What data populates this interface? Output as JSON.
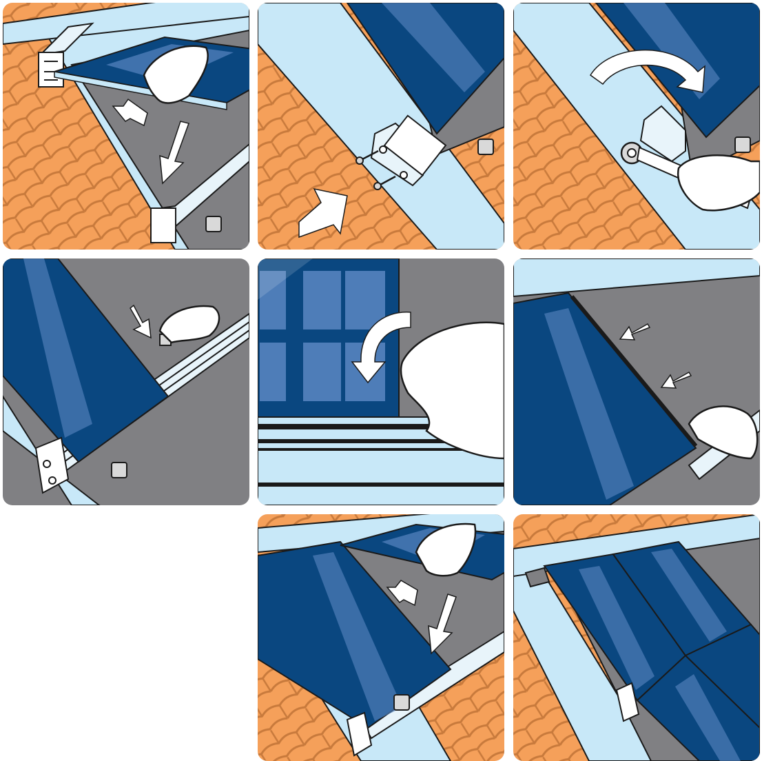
{
  "title": "",
  "colors": {
    "roof_tile": "#f5a05a",
    "roof_tile_line": "#c87a3c",
    "rail_light": "#c8e8f8",
    "rail_stroke": "#1a1a1a",
    "membrane_grey": "#808083",
    "panel_dark": "#0a4780",
    "panel_light": "#4e7db8",
    "hand_white": "#ffffff",
    "arrow_white": "#ffffff",
    "bolt_grey": "#d9d9d9"
  },
  "steps": [
    {
      "id": 1,
      "icons": [
        "collector-panel-icon",
        "hand-icon",
        "mounting-rail-icon",
        "arrow-icon"
      ]
    },
    {
      "id": 2,
      "icons": [
        "end-bracket-icon",
        "screw-icon",
        "arrow-icon"
      ]
    },
    {
      "id": 3,
      "icons": [
        "socket-wrench-icon",
        "hand-icon",
        "curved-arrow-icon"
      ]
    },
    {
      "id": 4,
      "icons": [
        "clip-icon",
        "hand-icon",
        "arrow-icon"
      ]
    },
    {
      "id": 5,
      "icons": [
        "connector-clip-icon",
        "hand-icon",
        "curved-arrow-icon"
      ]
    },
    {
      "id": 6,
      "icons": [
        "seal-strip-icon",
        "hand-icon",
        "arrow-icon"
      ]
    },
    {
      "id": 7,
      "icons": [
        "collector-panel-icon",
        "hand-icon",
        "arrow-icon"
      ]
    },
    {
      "id": 8,
      "icons": [
        "installed-array-icon",
        "end-cap-icon"
      ]
    }
  ]
}
